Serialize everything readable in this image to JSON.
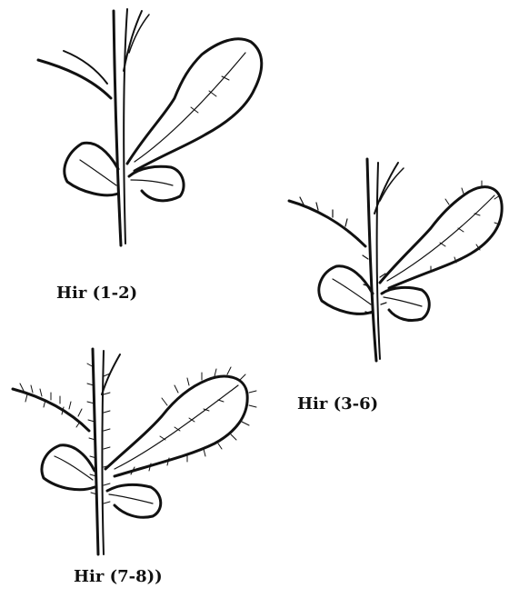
{
  "colors": {
    "ink": "#111111",
    "background": "#ffffff"
  },
  "panels": [
    {
      "caption": "Hir (1-2)",
      "hairiness_class": "1-2"
    },
    {
      "caption": "Hir (3-6)",
      "hairiness_class": "3-6"
    },
    {
      "caption": "Hir (7-8))",
      "hairiness_class": "7-8"
    }
  ]
}
